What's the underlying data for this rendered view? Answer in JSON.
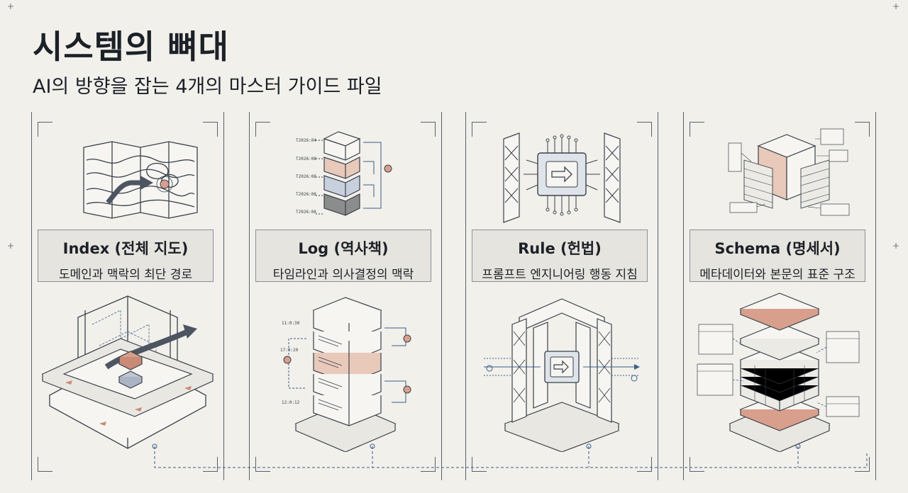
{
  "header": {
    "title": "시스템의 뼈대",
    "subtitle": "AI의 방향을 잡는 4개의 마스터 가이드 파일"
  },
  "cards": [
    {
      "name": "Index (전체 지도)",
      "desc": "도메인과 맥락의 최단 경로",
      "icon": "map-icon"
    },
    {
      "name": "Log (역사책)",
      "desc": "타임라인과 의사결정의 맥락",
      "icon": "log-stack-icon",
      "timestamps": [
        "T2026:04",
        "T2026:08",
        "T2026:08",
        "T2026:08",
        "T2026:08"
      ],
      "big_timestamps": [
        "11:0:30",
        "17:0:20",
        "12:0:12"
      ]
    },
    {
      "name": "Rule (헌법)",
      "desc": "프롬프트 엔지니어링 행동 지침",
      "icon": "chip-icon"
    },
    {
      "name": "Schema (명세서)",
      "desc": "메타데이터와 본문의 표준 구조",
      "icon": "schema-cube-icon"
    }
  ],
  "colors": {
    "background": "#f1f0eb",
    "line": "#59616d",
    "accent_orange": "#d79f8c",
    "accent_blue": "#3d5d8a",
    "label_bg": "#e6e4de"
  }
}
